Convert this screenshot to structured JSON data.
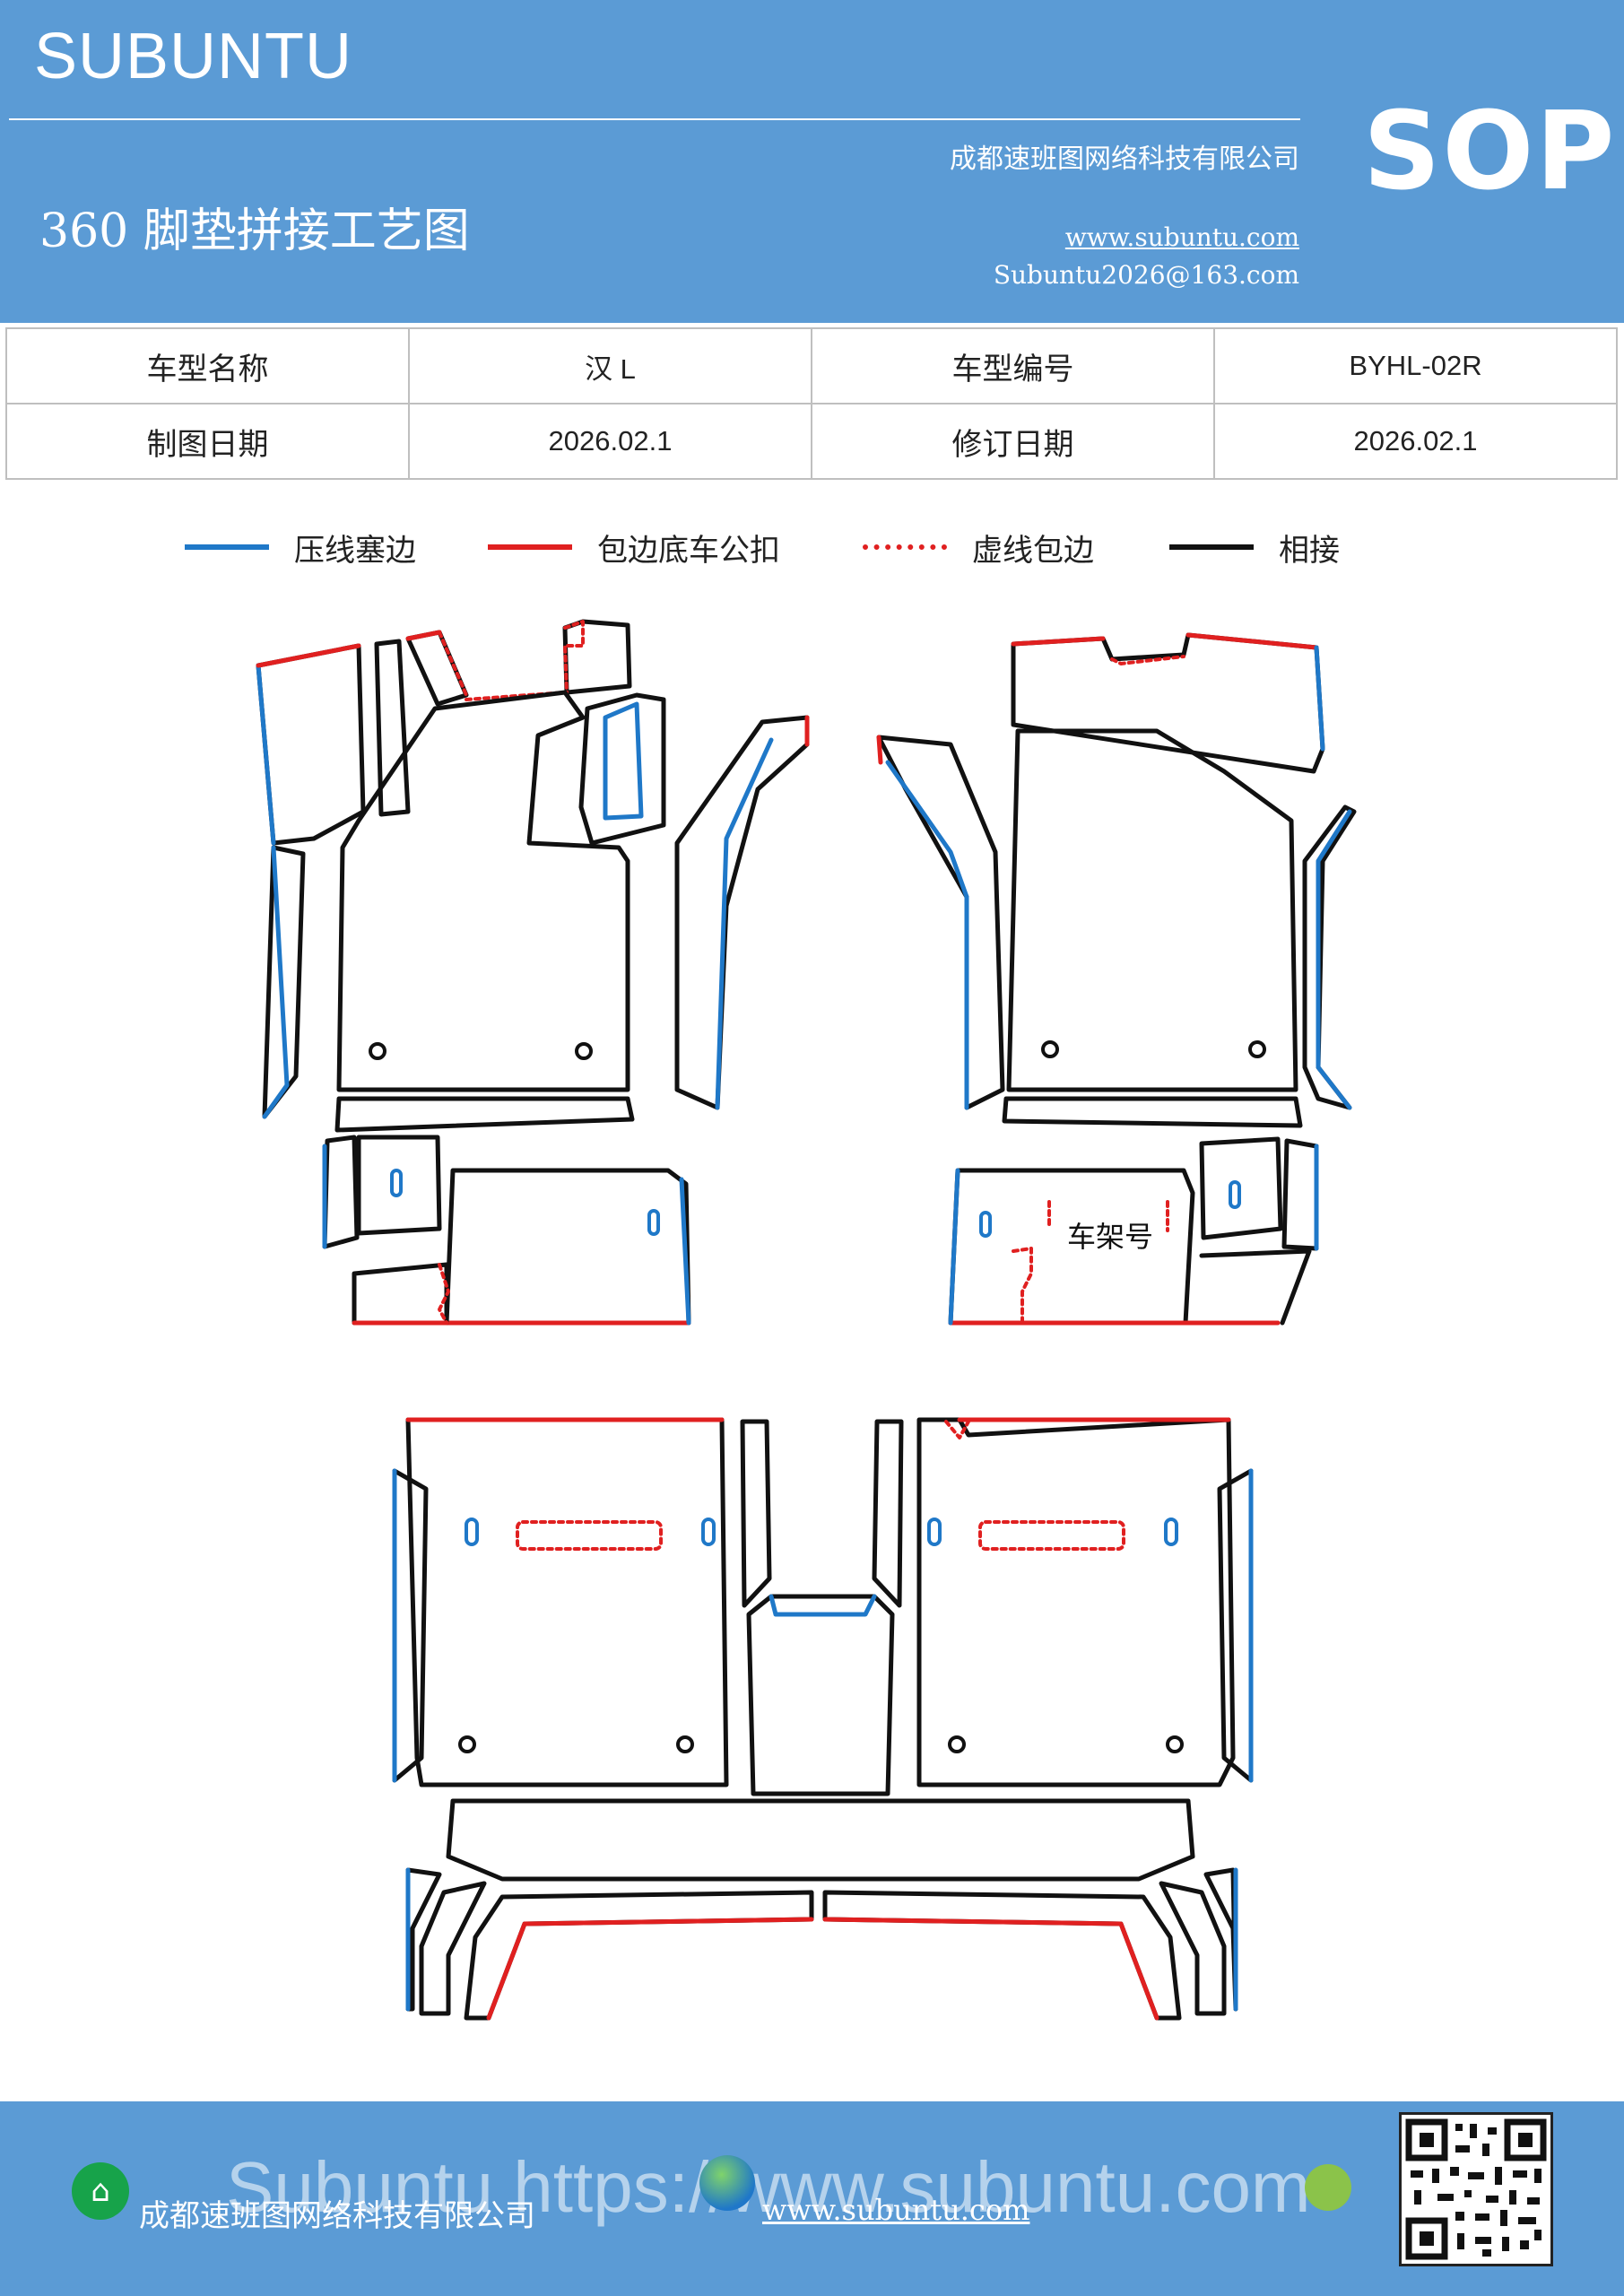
{
  "header": {
    "brand": "SUBUNTU",
    "company": "成都速班图网络科技有限公司",
    "title": "360 脚垫拼接工艺图",
    "website": "www.subuntu.com",
    "email": "Subuntu2026@163.com",
    "badge": "SOP"
  },
  "info_table": {
    "rows": [
      {
        "label1": "车型名称",
        "value1": "汉 L",
        "label2": "车型编号",
        "value2": "BYHL-02R"
      },
      {
        "label1": "制图日期",
        "value1": "2026.02.1",
        "label2": "修订日期",
        "value2": "2026.02.1"
      }
    ]
  },
  "legend": {
    "items": [
      {
        "label": "压线塞边",
        "color": "#1f78c8",
        "style": "solid"
      },
      {
        "label": "包边底车公扣",
        "color": "#e02020",
        "style": "solid"
      },
      {
        "label": "虚线包边",
        "color": "#e02020",
        "style": "dotted"
      },
      {
        "label": "相接",
        "color": "#111111",
        "style": "solid"
      }
    ]
  },
  "diagram": {
    "frame_label": "车架号"
  },
  "footer": {
    "company": "成都速班图网络科技有限公司",
    "website": "www.subuntu.com",
    "watermark": "Subuntu https://www.subuntu.com"
  },
  "colors": {
    "header_bg": "#5b9bd5",
    "blue_line": "#1f78c8",
    "red_line": "#e02020",
    "black_line": "#111111"
  }
}
